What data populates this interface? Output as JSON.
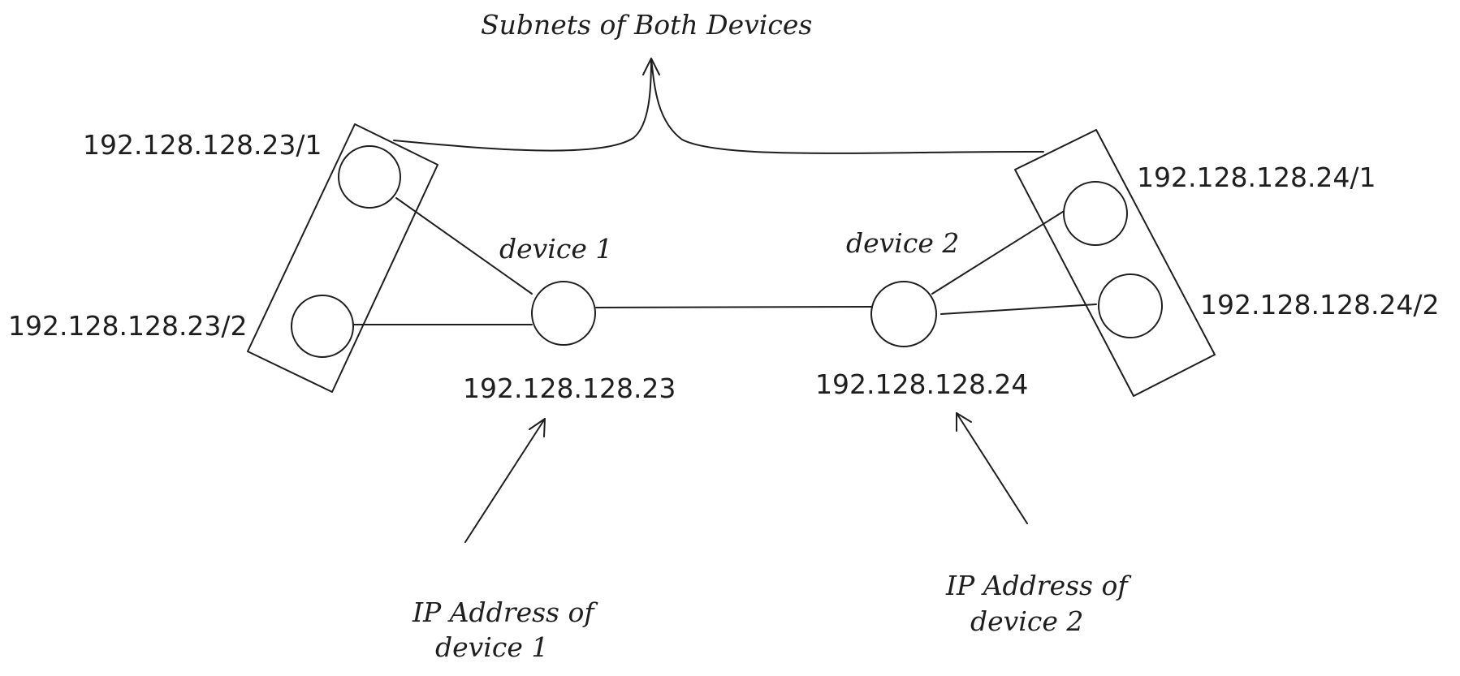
{
  "title": "Subnets of Both Devices",
  "devices": [
    {
      "name": "device 1",
      "ip": "192.128.128.23",
      "subnets": [
        "192.128.128.23/1",
        "192.128.128.23/2"
      ],
      "annotation_line1": "IP Address of",
      "annotation_line2": "device 1"
    },
    {
      "name": "device 2",
      "ip": "192.128.128.24",
      "subnets": [
        "192.128.128.24/1",
        "192.128.128.24/2"
      ],
      "annotation_line1": "IP Address of",
      "annotation_line2": "device 2"
    }
  ],
  "colors": {
    "stroke": "#1e1e1e",
    "background": "#ffffff"
  }
}
